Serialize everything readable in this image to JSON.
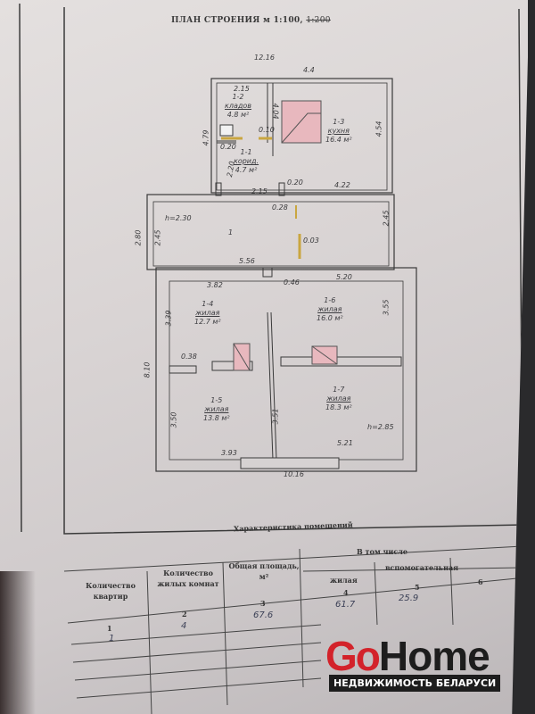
{
  "title": {
    "text": "ПЛАН СТРОЕНИЯ м 1:100,",
    "struck": "1:200"
  },
  "rooms": [
    {
      "id": "1-2",
      "name": "кладов",
      "area": "4.8 м²"
    },
    {
      "id": "1-3",
      "name": "кухня",
      "area": "16.4 м²"
    },
    {
      "id": "1-1",
      "name": "корид.",
      "area": "4.7 м²"
    },
    {
      "id": "1",
      "name": "",
      "area": ""
    },
    {
      "id": "1-4",
      "name": "жилая",
      "area": "12.7 м²"
    },
    {
      "id": "1-6",
      "name": "жилая",
      "area": "16.0 м²"
    },
    {
      "id": "1-5",
      "name": "жилая",
      "area": "13.8 м²"
    },
    {
      "id": "1-7",
      "name": "жилая",
      "area": "18.3 м²"
    }
  ],
  "dims": [
    "12.16",
    "4.4",
    "2.15",
    "4.79",
    "4.54",
    "0.20",
    "0.10",
    "2.20",
    "2.15",
    "0.20",
    "4.22",
    "0.28",
    "h=2.30",
    "2.45",
    "2.45",
    "0.03",
    "2.80",
    "5.56",
    "3.82",
    "0.46",
    "5.20",
    "3.39",
    "3.55",
    "8.10",
    "0.38",
    "3.50",
    "3.51",
    "3.93",
    "5.21",
    "10.16",
    "h=2.85",
    "4.04"
  ],
  "table": {
    "title": "Характеристика помещений",
    "headers": [
      "Количество квартир",
      "Количество жилых комнат",
      "Общая площадь, м²",
      "В том числе",
      "жилая",
      "вспомогательная"
    ],
    "col_numbers": [
      "1",
      "2",
      "3",
      "4",
      "5",
      "6"
    ],
    "values": [
      "1",
      "4",
      "67.6",
      "61.7",
      "25.9"
    ]
  },
  "watermark": {
    "go": "Go",
    "home": "Home",
    "subtitle": "НЕДВИЖИМОСТЬ БЕЛАРУСИ"
  }
}
